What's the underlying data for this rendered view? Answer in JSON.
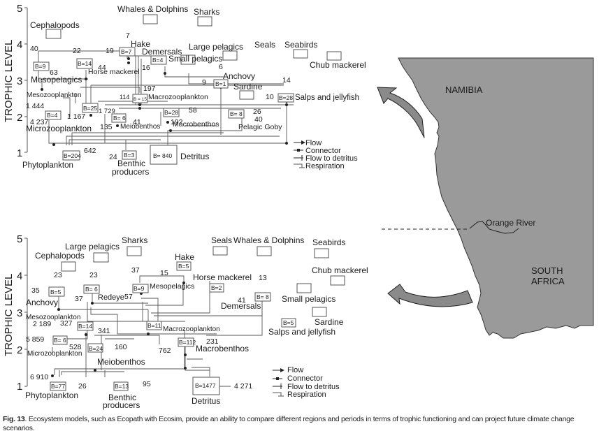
{
  "figure": {
    "y_axis_label": "TROPHIC LEVEL",
    "y_ticks": [
      "1",
      "2",
      "3",
      "4",
      "5"
    ],
    "legend": [
      {
        "symbol": "arrow",
        "label": "Flow"
      },
      {
        "symbol": "connector",
        "label": "Connector"
      },
      {
        "symbol": "tick",
        "label": "Flow to detritus"
      },
      {
        "symbol": "respiration",
        "label": "Respiration"
      }
    ],
    "colors": {
      "land": "#9a9a9a",
      "line": "#444444",
      "arrow_fill": "#8a8a8a"
    }
  },
  "top_model": {
    "region": "Namibia",
    "groups": [
      {
        "name": "Whales & Dolphins",
        "biomass": null
      },
      {
        "name": "Sharks",
        "biomass": null
      },
      {
        "name": "Cephalopods",
        "biomass": null
      },
      {
        "name": "Seals",
        "biomass": null
      },
      {
        "name": "Seabirds",
        "biomass": null
      },
      {
        "name": "Large pelagics",
        "biomass": null
      },
      {
        "name": "Chub mackerel",
        "biomass": null
      },
      {
        "name": "Small pelagics",
        "biomass": null
      },
      {
        "name": "Sardine",
        "biomass": null
      },
      {
        "name": "Hake",
        "biomass": "B=7",
        "detritus": "7",
        "respiration": "19"
      },
      {
        "name": "Mesopelagics",
        "biomass": "B=9",
        "detritus": "40",
        "respiration": "63"
      },
      {
        "name": "Horse mackerel",
        "biomass": "B=14",
        "detritus": "22",
        "respiration": "44"
      },
      {
        "name": "Demersals",
        "biomass": "B=4",
        "respiration": "16"
      },
      {
        "name": "Anchovy",
        "biomass": "B=1",
        "detritus": "6",
        "respiration": "9"
      },
      {
        "name": "Salps and jellyfish",
        "biomass": "B=28",
        "detritus": "14",
        "respiration": "10"
      },
      {
        "name": "Macrozooplankton",
        "biomass": "B = 15",
        "detritus": "197",
        "respiration": "114"
      },
      {
        "name": "Mesozooplankton",
        "biomass": "B=25",
        "detritus": "1 729",
        "respiration": "1 167"
      },
      {
        "name": "Microzooplankton",
        "biomass": "B=4",
        "detritus": "1 444",
        "respiration": "4 237"
      },
      {
        "name": "Meiobenthos",
        "biomass": "B= 6",
        "detritus": "41",
        "respiration": "135"
      },
      {
        "name": "Macrobenthos",
        "biomass": "B=28",
        "detritus": "58",
        "respiration": "192"
      },
      {
        "name": "Pelagic Goby",
        "biomass": "B= 8",
        "detritus": "26",
        "respiration": "40"
      },
      {
        "name": "Phytoplankton",
        "biomass": "B=204",
        "detritus": "642"
      },
      {
        "name": "Benthic producers",
        "biomass": "B=3",
        "detritus": "24"
      },
      {
        "name": "Detritus",
        "biomass": "B=  840"
      }
    ]
  },
  "bottom_model": {
    "region": "South Africa",
    "groups": [
      {
        "name": "Cephalopods",
        "biomass": null
      },
      {
        "name": "Large pelagics",
        "biomass": null
      },
      {
        "name": "Sharks",
        "biomass": null
      },
      {
        "name": "Seals",
        "biomass": null
      },
      {
        "name": "Whales & Dolphins",
        "biomass": null
      },
      {
        "name": "Seabirds",
        "biomass": null
      },
      {
        "name": "Chub mackerel",
        "biomass": null
      },
      {
        "name": "Small pelagics",
        "biomass": null
      },
      {
        "name": "Sardine",
        "biomass": null
      },
      {
        "name": "Hake",
        "biomass": "B=5",
        "respiration": "15"
      },
      {
        "name": "Anchovy",
        "biomass": "B=5",
        "detritus": "23",
        "respiration": "35"
      },
      {
        "name": "Redeye",
        "biomass": "B= 6",
        "detritus": "23",
        "respiration": "37"
      },
      {
        "name": "Mesopelagics",
        "biomass": "B=9",
        "detritus": "37",
        "respiration": "57"
      },
      {
        "name": "Horse mackerel",
        "biomass": "B=2"
      },
      {
        "name": "Demersals",
        "biomass": "B= 8",
        "detritus": "13",
        "respiration": "41"
      },
      {
        "name": "Salps and jellyfish",
        "biomass": "B=5"
      },
      {
        "name": "Mesozooplankton",
        "biomass": "B=14",
        "detritus": "341",
        "respiration": "327"
      },
      {
        "name": "Macrozooplankton",
        "biomass": "B=11"
      },
      {
        "name": "Microzooplankton",
        "biomass": "B= 6",
        "detritus": "2 189",
        "respiration": "5 859"
      },
      {
        "name": "Meiobenthos",
        "biomass": "B=24",
        "detritus": "160",
        "respiration": "528"
      },
      {
        "name": "Macrobenthos",
        "biomass": "B=112",
        "detritus": "231",
        "respiration": "762"
      },
      {
        "name": "Phytoplankton",
        "biomass": "B=77",
        "detritus": "26",
        "respiration": "6 910"
      },
      {
        "name": "Benthic producers",
        "biomass": "B=13",
        "detritus": "95"
      },
      {
        "name": "Detritus",
        "biomass": "B=1477",
        "export": "4 271"
      }
    ]
  },
  "map": {
    "labels": {
      "namibia": "NAMIBIA",
      "south_africa_line1": "SOUTH",
      "south_africa_line2": "AFRICA",
      "river": "Orange River"
    }
  },
  "caption": {
    "label": "Fig. 13",
    "text": ". Ecosystem models, such as Ecopath with Ecosim, provide an ability to compare different regions and periods in terms of trophic functioning and can project future climate change scenarios."
  }
}
